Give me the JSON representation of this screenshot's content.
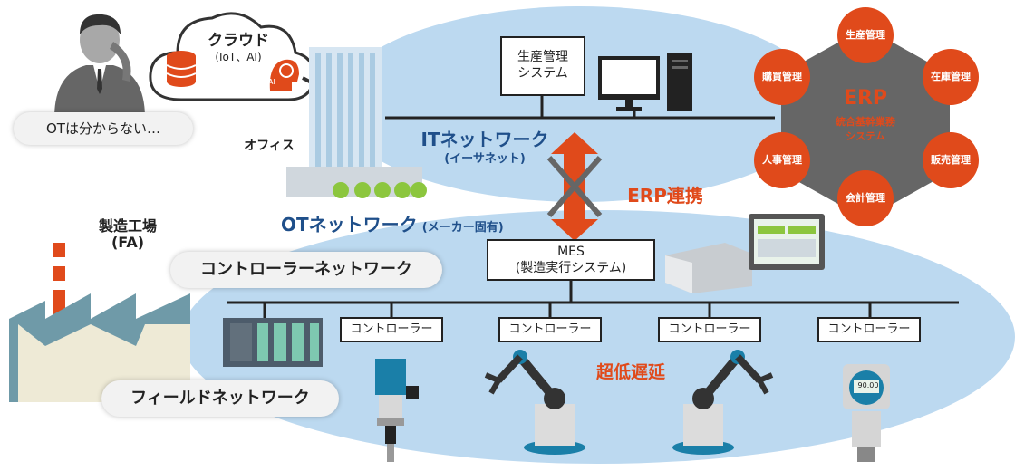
{
  "cloud": {
    "title": "クラウド",
    "subtitle": "(IoT、AI)",
    "ai_badge": "AI"
  },
  "user": {
    "speech": "OTは分からない…"
  },
  "office": {
    "label": "オフィス"
  },
  "it_network": {
    "title": "ITネットワーク",
    "subtitle": "(イーサネット)"
  },
  "production_mgmt": {
    "line1": "生産管理",
    "line2": "システム"
  },
  "erp": {
    "title": "ERP",
    "subtitle_line1": "統合基幹業務",
    "subtitle_line2": "システム",
    "modules": [
      "生産管理",
      "在庫管理",
      "販売管理",
      "会計管理",
      "人事管理",
      "購買管理"
    ],
    "link_label": "ERP連携",
    "color": "#e04a1b"
  },
  "ot_network": {
    "title": "OTネットワーク",
    "subtitle": "(メーカー固有)"
  },
  "factory": {
    "line1": "製造工場",
    "line2": "(FA)"
  },
  "mes": {
    "line1": "MES",
    "line2": "(製造実行システム)"
  },
  "controller_network": {
    "label": "コントローラーネットワーク"
  },
  "field_network": {
    "label": "フィールドネットワーク"
  },
  "controllers": [
    "コントローラー",
    "コントローラー",
    "コントローラー",
    "コントローラー"
  ],
  "latency_label": "超低遅延",
  "gauge_reading": "90.00",
  "colors": {
    "accent": "#e04a1b",
    "network_blue": "#1f4f8a",
    "ellipse": "#bcd9f0"
  }
}
